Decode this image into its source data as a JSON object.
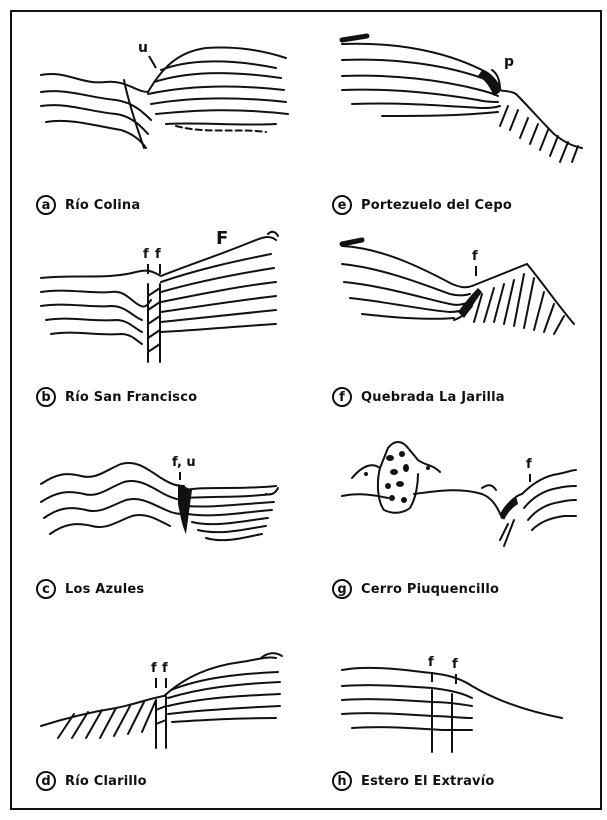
{
  "panels": [
    {
      "letter": "a",
      "name": "Río Colina",
      "marks": [
        "u"
      ]
    },
    {
      "letter": "e",
      "name": "Portezuelo del Cepo",
      "marks": [
        "p"
      ]
    },
    {
      "letter": "b",
      "name": "Río San Francisco",
      "marks": [
        "f",
        "f",
        "F"
      ]
    },
    {
      "letter": "f",
      "name": "Quebrada La Jarilla",
      "marks": [
        "f"
      ]
    },
    {
      "letter": "c",
      "name": "Los Azules",
      "marks": [
        "f, u"
      ]
    },
    {
      "letter": "g",
      "name": "Cerro Piuquencillo",
      "marks": [
        "f"
      ]
    },
    {
      "letter": "d",
      "name": "Río Clarillo",
      "marks": [
        "f",
        "f"
      ]
    },
    {
      "letter": "h",
      "name": "Estero El Extravío",
      "marks": [
        "f",
        "f"
      ]
    }
  ]
}
